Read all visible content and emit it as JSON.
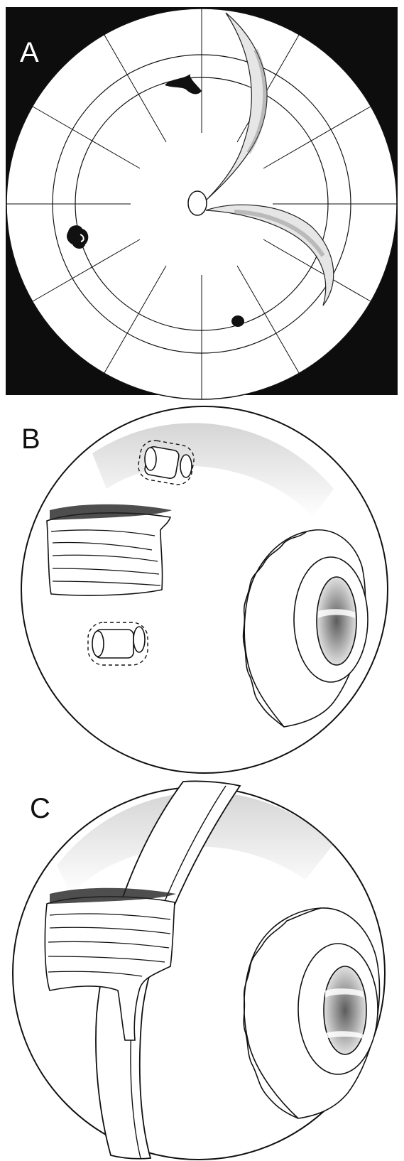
{
  "figure": {
    "panels": [
      {
        "label": "A"
      },
      {
        "label": "B"
      },
      {
        "label": "C"
      }
    ]
  }
}
